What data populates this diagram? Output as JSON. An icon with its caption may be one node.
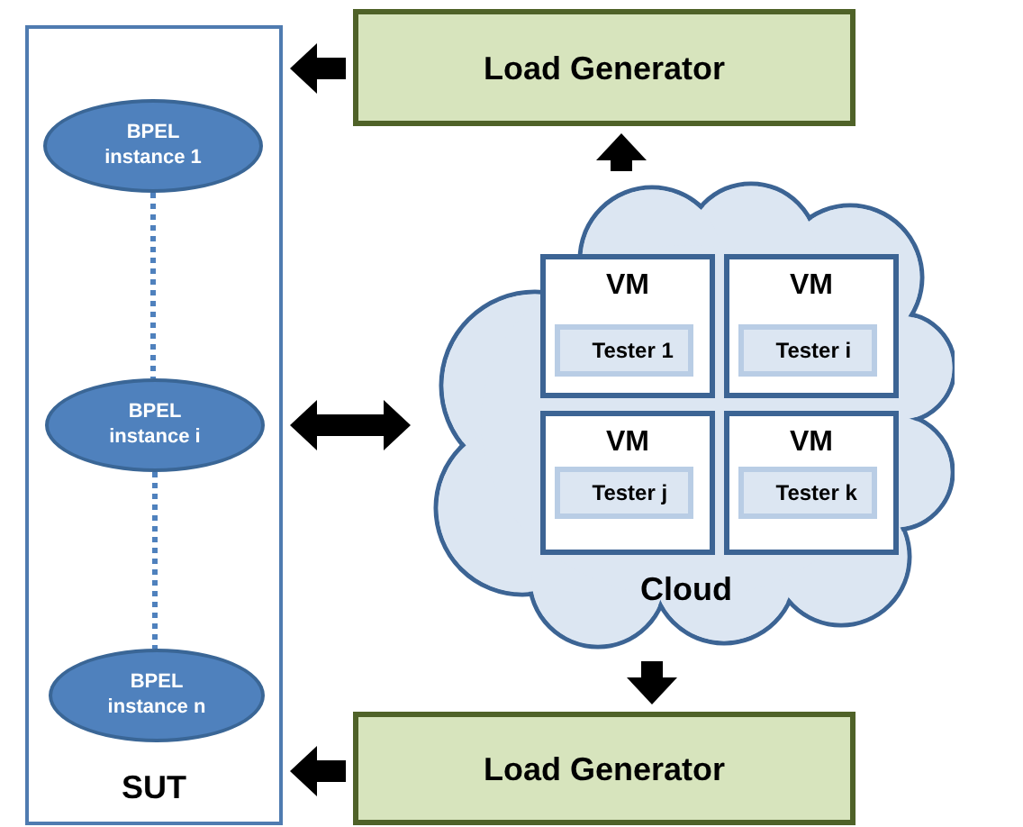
{
  "diagram": {
    "nodes": [
      {
        "text": [
          "SUT"
        ]
      },
      {
        "text": [
          "BPEL instance 1"
        ],
        "in": 0
      },
      {
        "text": [
          "BPEL instance i"
        ],
        "in": 0
      },
      {
        "text": [
          "BPEL instance n"
        ],
        "in": 0
      },
      {
        "text": [
          "Load Generator"
        ]
      },
      {
        "text": [
          "Cloud"
        ]
      },
      {
        "text": [
          "VM"
        ],
        "in": 5
      },
      {
        "text": [
          "Tester 1"
        ],
        "in": 6
      },
      {
        "text": [
          "VM"
        ],
        "in": 5
      },
      {
        "text": [
          "Tester i"
        ],
        "in": 8
      },
      {
        "text": [
          "VM"
        ],
        "in": 5
      },
      {
        "text": [
          "Tester j"
        ],
        "in": 10
      },
      {
        "text": [
          "VM"
        ],
        "in": 5
      },
      {
        "text": [
          "Tester k"
        ],
        "in": 12
      },
      {
        "text": [
          "Load Generator"
        ]
      }
    ],
    "edges": [
      {
        "from": 1,
        "to": 2,
        "arrow": "none",
        "style": "dashed",
        "color": "#4f81bd"
      },
      {
        "from": 2,
        "to": 3,
        "arrow": "none",
        "style": "dashed",
        "color": "#4f81bd"
      },
      {
        "from": 4,
        "to": 0,
        "arrow": "to"
      },
      {
        "from": 5,
        "to": 4,
        "arrow": "to"
      },
      {
        "from": 0,
        "to": 5,
        "arrow": "both"
      },
      {
        "from": 5,
        "to": 14,
        "arrow": "to"
      },
      {
        "from": 14,
        "to": 0,
        "arrow": "to"
      }
    ]
  }
}
